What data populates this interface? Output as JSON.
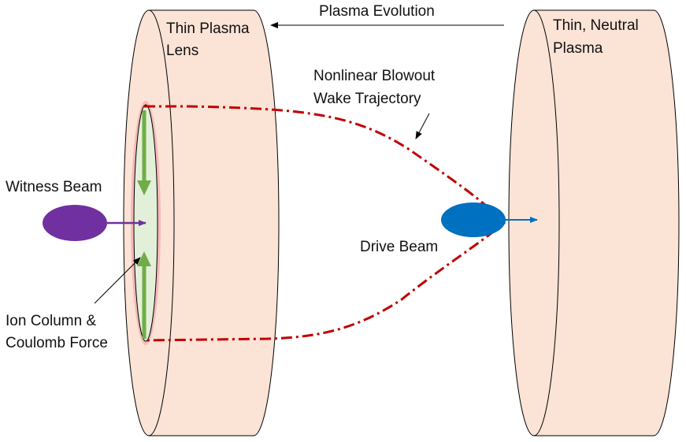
{
  "labels": {
    "lens_line1": "Thin Plasma",
    "lens_line2": "Lens",
    "neutral_line1": "Thin, Neutral",
    "neutral_line2": "Plasma",
    "evolution": "Plasma Evolution",
    "wake_line1": "Nonlinear Blowout",
    "wake_line2": "Wake Trajectory",
    "witness": "Witness Beam",
    "drive": "Drive Beam",
    "ion_line1": "Ion Column &",
    "ion_line2": "Coulomb Force"
  },
  "colors": {
    "plasma_fill": "#fbe3d6",
    "outline": "#000000",
    "ion_column": "#e2f0d9",
    "ion_edge": "#f4a8a8",
    "force_arrow": "#70ad47",
    "witness_beam": "#7030a0",
    "drive_beam": "#0070c0",
    "wake_trajectory": "#c00000"
  },
  "icons": {
    "force_arrows": "arrow-down-up-icon",
    "beam_direction": "arrow-right-icon"
  }
}
